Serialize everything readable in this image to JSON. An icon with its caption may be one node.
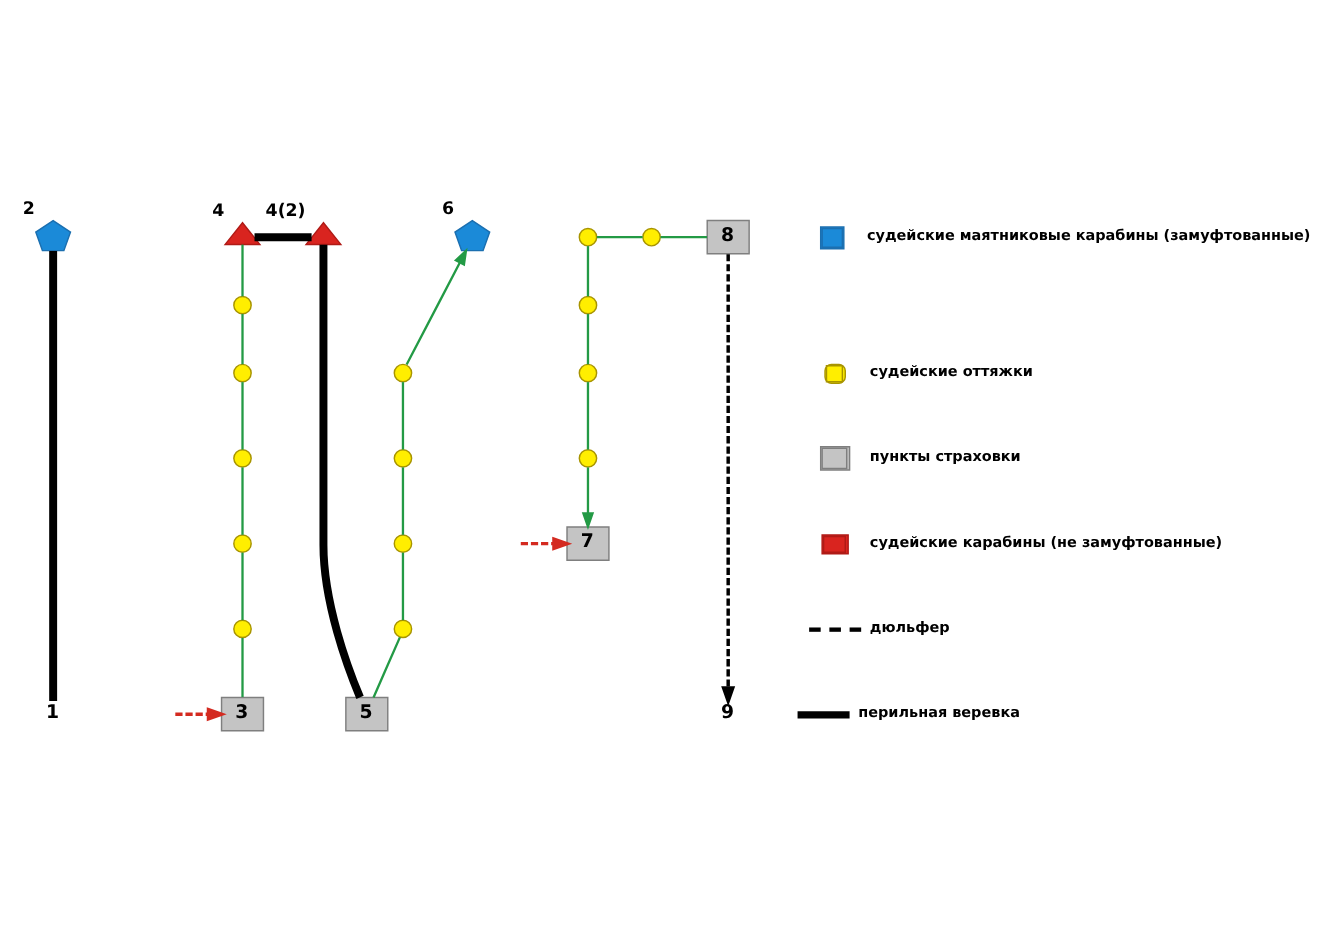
{
  "diagram": {
    "nodes": [
      {
        "text": [
          "1"
        ]
      },
      {
        "text": [],
        "shape": "pentagon",
        "beside": [
          "2"
        ]
      },
      {
        "text": [
          "3"
        ]
      },
      {
        "text": [],
        "shape": "circle"
      },
      {
        "text": [],
        "shape": "circle"
      },
      {
        "text": [],
        "shape": "circle"
      },
      {
        "text": [],
        "shape": "circle"
      },
      {
        "text": [],
        "shape": "circle"
      },
      {
        "text": [],
        "shape": "triangle",
        "beside": [
          "4"
        ]
      },
      {
        "text": [],
        "shape": "triangle",
        "beside": [
          "4(2)"
        ]
      },
      {
        "text": [
          "5"
        ]
      },
      {
        "text": [],
        "shape": "circle"
      },
      {
        "text": [],
        "shape": "circle"
      },
      {
        "text": [],
        "shape": "circle"
      },
      {
        "text": [],
        "shape": "circle"
      },
      {
        "text": [],
        "shape": "pentagon",
        "beside": [
          "6"
        ]
      },
      {
        "text": [
          "7"
        ]
      },
      {
        "text": [],
        "shape": "circle"
      },
      {
        "text": [],
        "shape": "circle"
      },
      {
        "text": [],
        "shape": "circle"
      },
      {
        "text": [],
        "shape": "circle"
      },
      {
        "text": [],
        "shape": "circle"
      },
      {
        "text": [
          "8"
        ]
      },
      {
        "text": [
          "9"
        ]
      }
    ],
    "edges": [
      {
        "from": 1,
        "to": 0,
        "arrow": "none",
        "style": "thick",
        "color": "#000000"
      },
      {
        "from": 8,
        "to": 7,
        "arrow": "none"
      },
      {
        "from": 7,
        "to": 6,
        "arrow": "none"
      },
      {
        "from": 6,
        "to": 5,
        "arrow": "none"
      },
      {
        "from": 5,
        "to": 4,
        "arrow": "none"
      },
      {
        "from": 4,
        "to": 3,
        "arrow": "none"
      },
      {
        "from": 3,
        "to": 2,
        "arrow": "none"
      },
      {
        "from": 8,
        "to": 9,
        "arrow": "none",
        "style": "thick",
        "color": "#000000"
      },
      {
        "from": 9,
        "to": 10,
        "arrow": "none",
        "style": "thick",
        "color": "#000000"
      },
      {
        "from": 11,
        "to": 10,
        "arrow": "none"
      },
      {
        "from": 12,
        "to": 11,
        "arrow": "none"
      },
      {
        "from": 13,
        "to": 12,
        "arrow": "none"
      },
      {
        "from": 14,
        "to": 13,
        "arrow": "none"
      },
      {
        "from": 14,
        "to": 15,
        "arrow": "to"
      },
      {
        "from": 21,
        "to": 22,
        "arrow": "none"
      },
      {
        "from": 20,
        "to": 21,
        "arrow": "none"
      },
      {
        "from": 20,
        "to": 19,
        "arrow": "none"
      },
      {
        "from": 19,
        "to": 18,
        "arrow": "none"
      },
      {
        "from": 18,
        "to": 17,
        "arrow": "none"
      },
      {
        "from": 17,
        "to": 16,
        "arrow": "to"
      },
      {
        "from": 22,
        "to": 23,
        "arrow": "to",
        "style": "dashed",
        "color": "#000000"
      },
      {
        "from": null,
        "to": 2,
        "arrow": "to",
        "style": "dashed",
        "color": "#d42a20"
      },
      {
        "from": null,
        "to": 16,
        "arrow": "to",
        "style": "dashed",
        "color": "#d42a20"
      }
    ],
    "legend": [
      {
        "text": "судейские маятниковые карабины (замуфтованные)"
      },
      {
        "text": "судейские оттяжки"
      },
      {
        "text": "пункты страховки"
      },
      {
        "text": "судейские карабины (не замуфтованные)"
      },
      {
        "text": "дюльфер"
      },
      {
        "text": "перильная веревка"
      }
    ]
  }
}
